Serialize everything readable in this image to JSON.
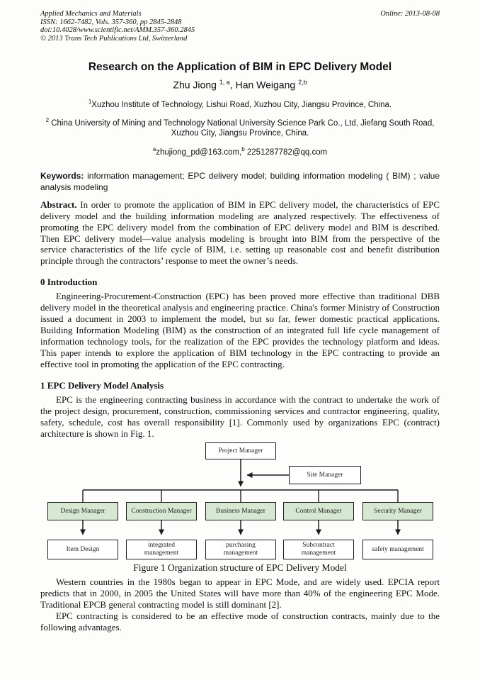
{
  "header": {
    "journal": "Applied Mechanics and Materials",
    "issn_line": "ISSN: 1662-7482, Vols. 357-360, pp 2845-2848",
    "doi_line": "doi:10.4028/www.scientific.net/AMM.357-360.2845",
    "copyright_line": "© 2013 Trans Tech Publications Ltd, Switzerland",
    "online_date": "Online: 2013-08-08"
  },
  "title": "Research on the Application of BIM in EPC Delivery Model",
  "authors": {
    "author1_name": "Zhu Jiong ",
    "author1_sup": "1, a",
    "separator": ", ",
    "author2_name": "Han Weigang ",
    "author2_sup": "2,b"
  },
  "affiliations": {
    "aff1_sup": "1",
    "aff1_text": "Xuzhou Institute of Technology, Lishui Road, Xuzhou City, Jiangsu Province, China.",
    "aff2_sup": "2",
    "aff2_text": " China University of Mining and Technology National University Science Park Co., Ltd, Jiefang South Road, Xuzhou City, Jiangsu Province, China.",
    "email_a_sup": "a",
    "email_a": "zhujiong_pd@163.com,",
    "email_b_sup": "b",
    "email_b": " 2251287782@qq.com"
  },
  "keywords": {
    "label": "Keywords:",
    "text": " information management; EPC delivery model; building information modeling ( BIM) ; value analysis modeling"
  },
  "abstract": {
    "label": "Abstract.",
    "text": " In order to promote the application of BIM in EPC delivery model, the characteristics of EPC delivery model and the building information modeling are analyzed respectively. The effectiveness of promoting the EPC delivery model from the combination of EPC delivery model and BIM is described. Then EPC delivery model—value analysis modeling is brought into BIM from the perspective of the service characteristics of the life cycle of BIM, i.e. setting up reasonable cost and benefit distribution principle through the contractors’ response to meet the owner’s needs."
  },
  "sections": [
    {
      "heading": "0 Introduction",
      "paragraphs": [
        "Engineering-Procurement-Construction (EPC) has been proved more effective than traditional DBB delivery model in the theoretical analysis and engineering practice. China's former Ministry of Construction issued a document in 2003 to implement the model, but so far, fewer domestic practical applications. Building Information Modeling (BIM) as the construction of an integrated full life cycle management of information technology tools, for the realization of the EPC provides the technology platform and ideas. This paper intends to explore the application of BIM technology in the EPC contracting to provide an effective tool in promoting the application of the EPC contracting."
      ]
    },
    {
      "heading": "1 EPC Delivery Model Analysis",
      "paragraphs": [
        "EPC is the engineering contracting business in accordance with the contract to undertake the work of the project design, procurement, construction, commissioning services and contractor engineering, quality, safety, schedule, cost has overall responsibility [1]. Commonly used by organizations EPC (contract) architecture is shown in Fig. 1."
      ]
    }
  ],
  "figure": {
    "top_box": "Project Manager",
    "side_box": "Site Manager",
    "columns": [
      {
        "manager": "Design Manager",
        "task": "Item Design"
      },
      {
        "manager": "Construction Manager",
        "task": "integrated management"
      },
      {
        "manager": "Business Manager",
        "task": "purchasing management"
      },
      {
        "manager": "Control Manager",
        "task": "Subcontract management"
      },
      {
        "manager": "Security Manager",
        "task": "safety management"
      }
    ],
    "caption": "Figure 1 Organization structure of EPC Delivery Model",
    "manager_box_color": "#d6e7d2"
  },
  "closing_paragraphs": [
    "Western countries in the 1980s began to appear in EPC Mode, and are widely used. EPCIA report predicts that in 2000, in 2005 the United States will have more than 40% of the engineering EPC Mode. Traditional EPCB general contracting model is still dominant [2].",
    "EPC contracting is considered to be an effective mode of construction contracts, mainly due to the following advantages."
  ]
}
